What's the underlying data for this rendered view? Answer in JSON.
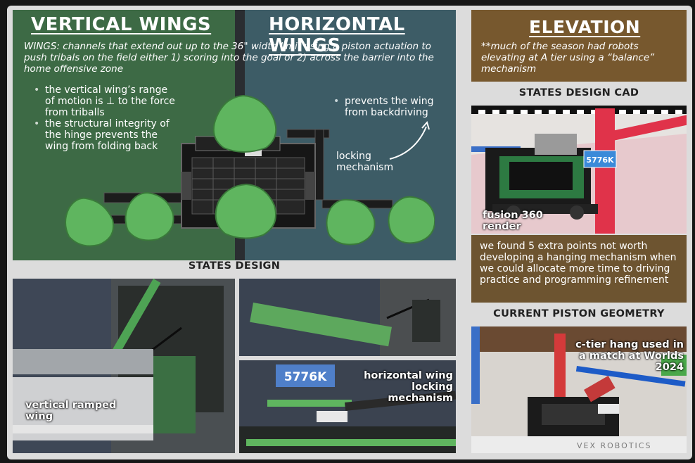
{
  "vertical": {
    "title": "VERTICAL WINGS",
    "bullets": [
      "the vertical wing’s range of motion is ⊥ to the force from triballs",
      "the structural integrity of the hinge prevents the wing from folding back"
    ]
  },
  "horizontal": {
    "title": "HORIZONTAL WINGS",
    "bullets": [
      "prevents the wing from backdriving"
    ],
    "annotation": "locking mechanism"
  },
  "wings_definition": "WINGS: channels that extend out up to the 36\" width limit using a piston actuation to push tribals on the field either 1) scoring into the goal or 2) across the barrier into the home offensive zone",
  "elevation": {
    "title": "ELEVATION",
    "note": "**much of the season had robots elevating at A tier using a “balance” mechanism"
  },
  "captions": {
    "states_design_cad": "STATES DESIGN CAD",
    "states_design": "STATES DESIGN",
    "current_piston_geometry": "CURRENT PISTON GEOMETRY"
  },
  "cad_label": "fusion 360 render",
  "robot_number": "5776K",
  "hanging_note": "we found 5 extra points not worth developing a hanging mechanism when we could allocate more time to driving practice and programming refinement",
  "photo_labels": {
    "vertical_ramped_wing": "vertical ramped wing",
    "horizontal_locking": "horizontal wing locking mechanism",
    "c_tier_hang": "c-tier hang used in a match at Worlds 2024"
  },
  "field_brand": "VEX ROBOTICS",
  "icons": [
    "triball-icon",
    "arrow-icon"
  ],
  "colors": {
    "vertical_bg": "#3d6a45",
    "horizontal_bg": "#3d5c66",
    "elevation_bg": "#77582e",
    "triball": "#5fb55f"
  }
}
